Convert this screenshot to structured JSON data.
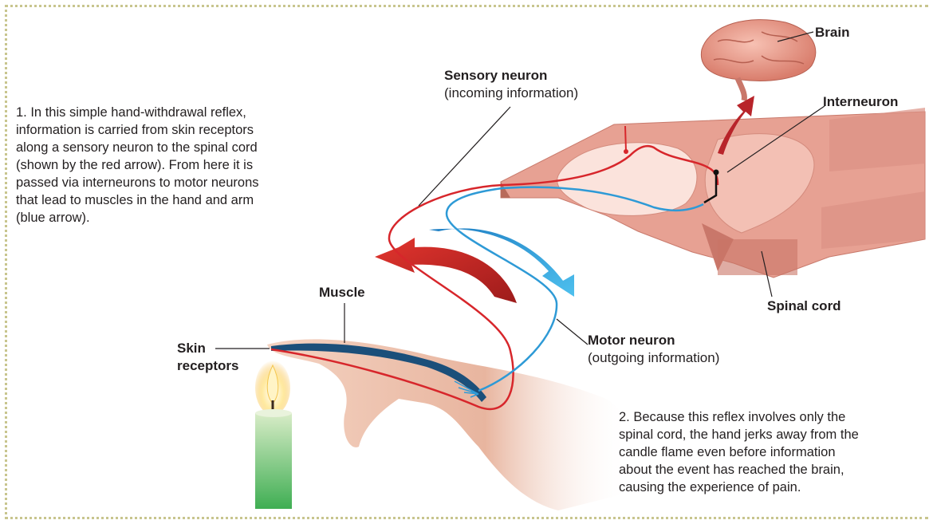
{
  "captions": {
    "reflex_explanation": "1. In this simple hand-withdrawal reflex, information is carried from skin receptors along a sensory neuron to the spinal cord (shown by the red arrow). From here it is passed via interneurons to motor neurons that lead to muscles in the hand and arm (blue arrow).",
    "reflex_outcome": "2. Because this reflex involves only the spinal cord, the hand jerks away from the candle flame even before information about the event has reached the brain, causing the experience of pain."
  },
  "labels": {
    "brain": "Brain",
    "sensory_neuron": "Sensory neuron",
    "sensory_neuron_note": "(incoming information)",
    "interneuron": "Interneuron",
    "spinal_cord": "Spinal cord",
    "muscle": "Muscle",
    "skin_receptors_line1": "Skin",
    "skin_receptors_line2": "receptors",
    "motor_neuron": "Motor neuron",
    "motor_neuron_note": "(outgoing information)"
  },
  "colors": {
    "sensory": "#d7262b",
    "motor": "#2e9ad6",
    "tissue": "#e9a69a",
    "frame": "#c8c58e"
  }
}
